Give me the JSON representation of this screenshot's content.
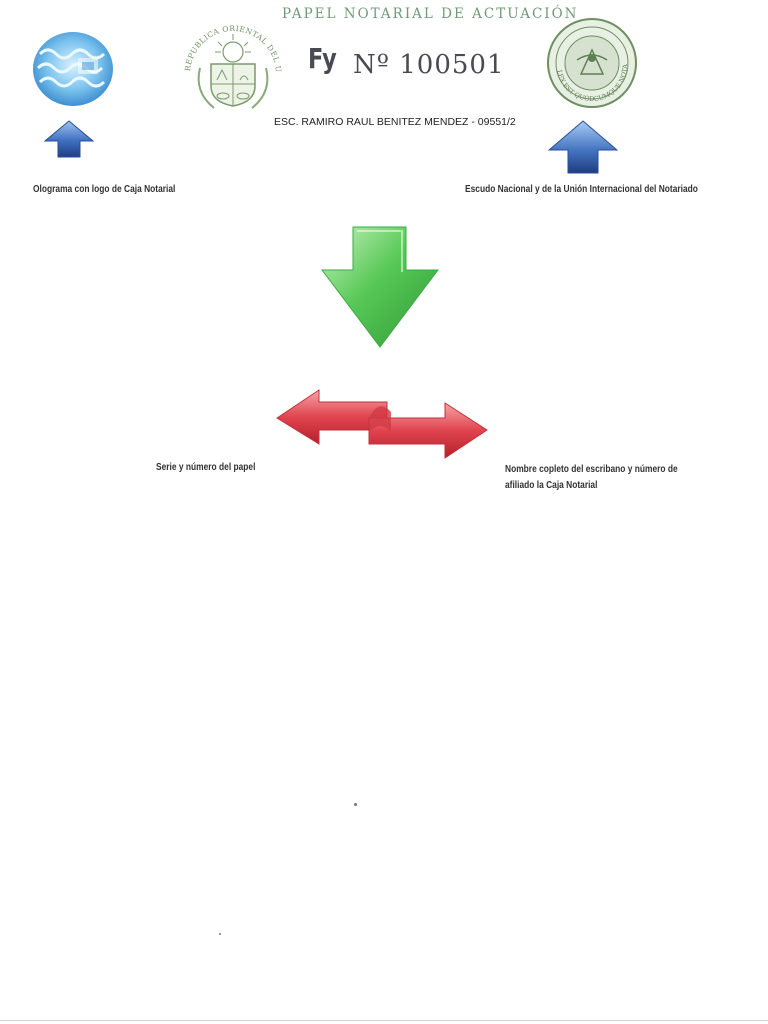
{
  "header": {
    "title": "PAPEL NOTARIAL DE ACTUACIÓN",
    "serie": "Fy",
    "numero": "Nº 100501",
    "escribano": "ESC. RAMIRO RAUL BENITEZ MENDEZ - 09551/2"
  },
  "seals": {
    "coat_of_arms_text": "REPUBLICA ORIENTAL DEL URUGUAY",
    "union_seal_text": "LEX EST QUODCUMQUE NOTAMUS"
  },
  "captions": {
    "hologram": "Olograma con logo de Caja Notarial",
    "shields": "Escudo Nacional y de la Unión Internacional del Notariado",
    "serie": "Serie y número del papel",
    "nombre_line1": "Nombre copleto del  escribano y número de",
    "nombre_line2": "afiliado la Caja Notarial"
  },
  "colors": {
    "header_green": "#6f9a78",
    "arrow_blue": "#4a78c4",
    "arrow_green": "#4fc24f",
    "arrow_red": "#e0444e"
  }
}
